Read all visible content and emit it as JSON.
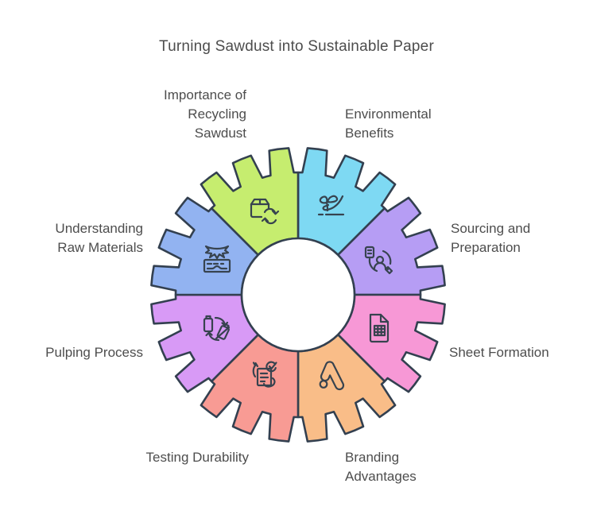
{
  "title": "Turning Sawdust into Sustainable Paper",
  "diagram": {
    "type": "gear-cycle",
    "stroke_color": "#334050",
    "icon_stroke_color": "#37434f",
    "center_fill": "#ffffff",
    "segments": [
      {
        "label": "Environmental\nBenefits",
        "color": "#7ed9f3",
        "icon": "seedling-hand-icon"
      },
      {
        "label": "Sourcing and\nPreparation",
        "color": "#b69df4",
        "icon": "person-document-pencil-icon"
      },
      {
        "label": "Sheet Formation",
        "color": "#f798d6",
        "icon": "spreadsheet-file-icon"
      },
      {
        "label": "Branding\nAdvantages",
        "color": "#f9bd88",
        "icon": "branding-a-icon"
      },
      {
        "label": "Testing Durability",
        "color": "#f89b94",
        "icon": "checklist-hands-icon"
      },
      {
        "label": "Pulping Process",
        "color": "#d89af6",
        "icon": "battery-recycle-icon"
      },
      {
        "label": "Understanding\nRaw Materials",
        "color": "#92b3f1",
        "icon": "sawdust-plank-icon"
      },
      {
        "label": "Importance of\nRecycling\nSawdust",
        "color": "#c6ed6f",
        "icon": "package-recycle-icon"
      }
    ]
  }
}
